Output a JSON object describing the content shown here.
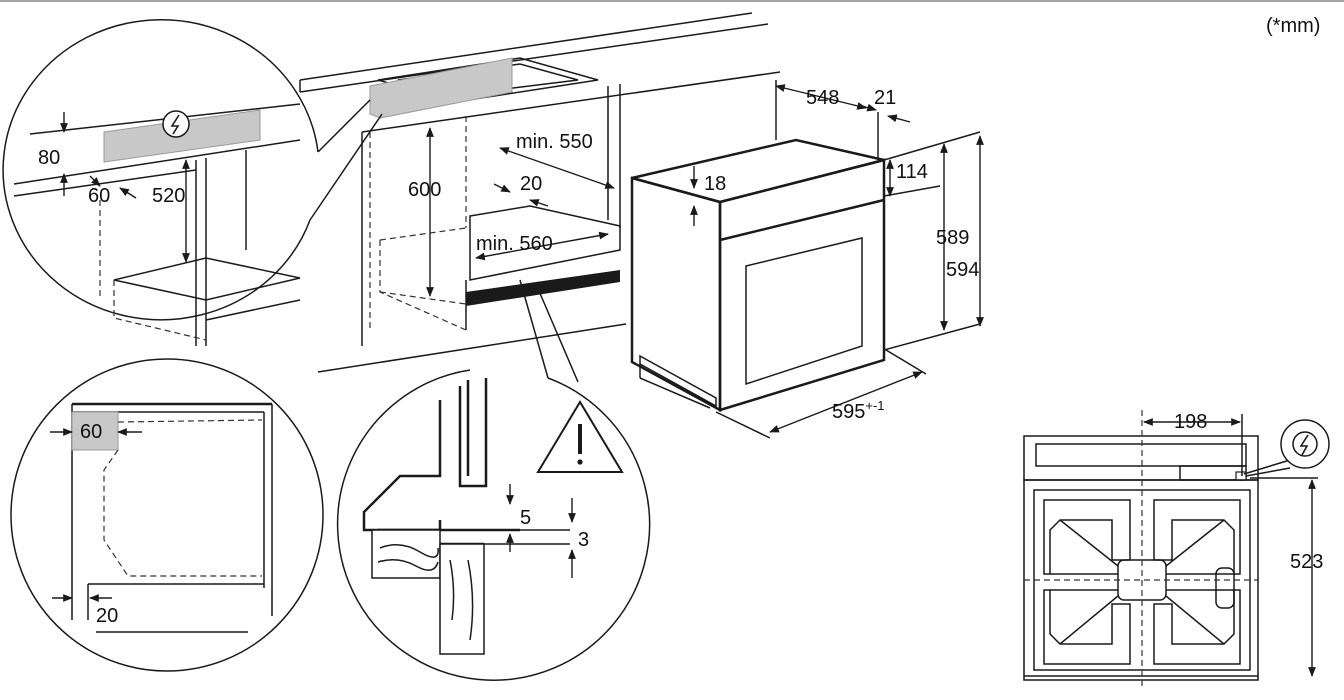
{
  "unit_note": "(*mm)",
  "colors": {
    "line": "#1a1a1a",
    "shade": "#c8c8c8",
    "background": "#ffffff"
  },
  "icons": [
    "electric-connection-icon",
    "warning-triangle-icon"
  ],
  "dimensions": {
    "top_detail": {
      "d80": "80",
      "d60": "60",
      "d520": "520"
    },
    "cabinet": {
      "d600": "600",
      "min550": "min. 550",
      "d20": "20",
      "min560": "min. 560"
    },
    "oven": {
      "d548": "548",
      "d21": "21",
      "d114": "114",
      "d18": "18",
      "d589": "589",
      "d594": "594",
      "d595": "595",
      "d595_tol": "+-1"
    },
    "side_detail": {
      "d60": "60",
      "d20": "20"
    },
    "gap_detail": {
      "d5": "5",
      "d3": "3"
    },
    "hob_view": {
      "d198": "198",
      "d523": "523"
    }
  }
}
